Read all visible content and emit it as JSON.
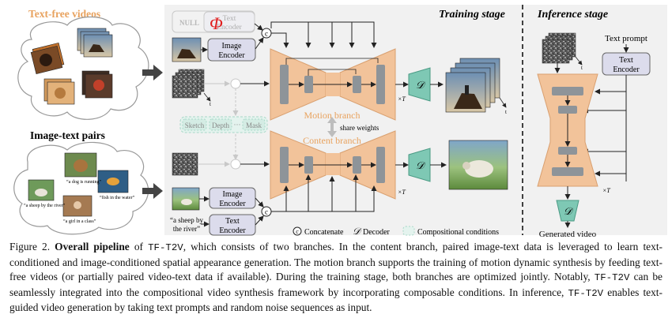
{
  "figure": {
    "training_stage_title": "Training stage",
    "inference_stage_title": "Inference stage",
    "text_free_videos_title": "Text-free videos",
    "image_text_pairs_title": "Image-text pairs",
    "null_label": "NULL",
    "phi_symbol": "Φ",
    "text_encoder_label": [
      "Text",
      "Encoder"
    ],
    "image_encoder_label": [
      "Image",
      "Encoder"
    ],
    "motion_branch_label": "Motion branch",
    "content_branch_label": "Content branch",
    "share_weights_label": "share weights",
    "decoder_symbol": "𝒟",
    "times_t": "×T",
    "t_label": "t",
    "sketch_label": "Sketch",
    "depth_label": "Depth",
    "dots_label": "···",
    "mask_label": "Mask",
    "concat_symbol": "c",
    "caption_input": [
      "“a sheep by",
      "the river”"
    ],
    "pair_captions": [
      "“a dog is running”",
      "“a sheep by the river”",
      "“fish in the water”",
      "“a girl in a class”"
    ],
    "text_prompt_label": "Text prompt",
    "generated_video_label": "Generated video",
    "legend": {
      "concatenate": "Concatenate",
      "decoder": "Decoder",
      "compositional": "Compositional conditions"
    },
    "colors": {
      "unet_fill": "#f2c39a",
      "unet_stroke": "#d9a070",
      "block_fill": "#8e9499",
      "decoder_fill": "#7ec8b4",
      "encoder_fill": "#dcdcec",
      "stage_bg": "#f1f1f1",
      "orange_label": "#e8a25e"
    }
  },
  "caption": {
    "fig_label": "Figure 2.",
    "bold_title": "Overall pipeline",
    "seg1": " of ",
    "model1": "TF-T2V",
    "seg2": ", which consists of two branches. In the content branch, paired image-text data is leveraged to learn text-conditioned and image-conditioned spatial appearance generation. The motion branch supports the training of motion dynamic synthesis by feeding text-free videos (or partially paired video-text data if available). During the training stage, both branches are optimized jointly. Notably, ",
    "model2": "TF-T2V",
    "seg3": " can be seamlessly integrated into the compositional video synthesis framework by incorporating composable conditions. In inference, ",
    "model3": "TF-T2V",
    "seg4": " enables text-guided video generation by taking text prompts and random noise sequences as input."
  }
}
